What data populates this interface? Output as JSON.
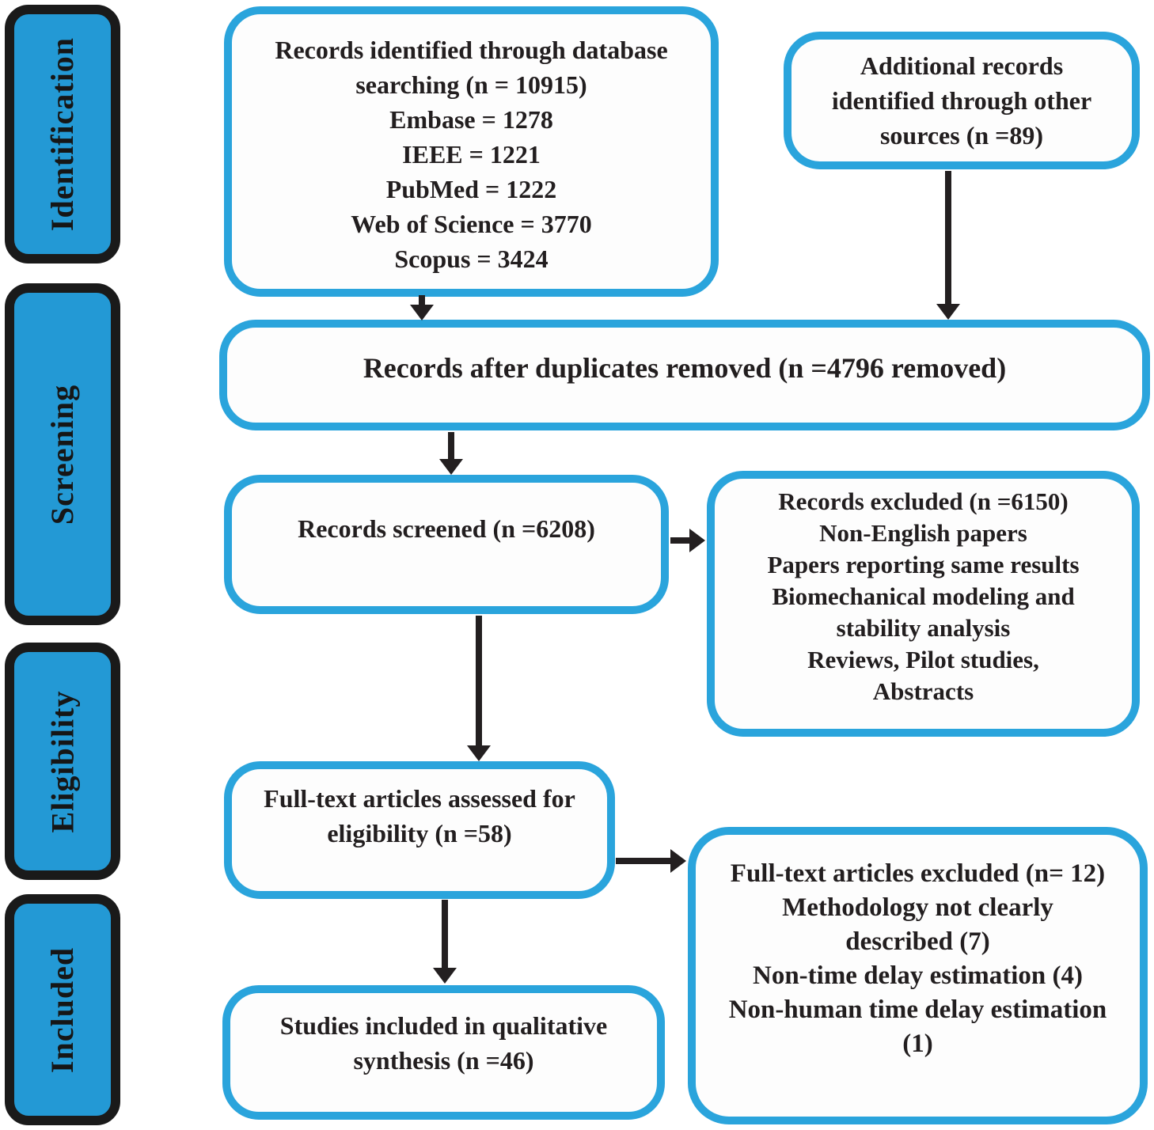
{
  "stages": [
    {
      "label": "Identification"
    },
    {
      "label": "Screening"
    },
    {
      "label": "Eligibility"
    },
    {
      "label": "Included"
    }
  ],
  "boxes": {
    "identified": {
      "lines": [
        "Records identified through database",
        "searching (n = 10915)",
        "Embase = 1278",
        "IEEE = 1221",
        "PubMed = 1222",
        "Web of Science = 3770",
        "Scopus = 3424"
      ]
    },
    "additional": {
      "lines": [
        "Additional records",
        "identified through other",
        "sources (n =89)"
      ]
    },
    "duplicates": {
      "lines": [
        "Records after duplicates removed (n =4796 removed)"
      ]
    },
    "screened": {
      "lines": [
        "Records screened (n =6208)"
      ]
    },
    "excluded": {
      "lines": [
        "Records excluded (n =6150)",
        "Non-English papers",
        "Papers reporting same results",
        "Biomechanical modeling and",
        "stability analysis",
        "Reviews, Pilot studies,",
        "Abstracts"
      ]
    },
    "fulltext": {
      "lines": [
        "Full-text articles assessed for",
        "eligibility (n =58)"
      ]
    },
    "fulltext_excluded": {
      "lines": [
        "Full-text articles excluded (n= 12)",
        "Methodology not clearly",
        "described (7)",
        "Non-time delay estimation (4)",
        "Non-human time delay estimation",
        "(1)"
      ]
    },
    "included_synthesis": {
      "lines": [
        "Studies included in qualitative",
        "synthesis (n =46)"
      ]
    }
  },
  "colors": {
    "box_border_blue": "#2aa4dc",
    "stage_fill_blue": "#2399d5",
    "stage_border_black": "#1a1a1a",
    "text_black": "#221e1f",
    "arrow_black": "#231f20"
  }
}
